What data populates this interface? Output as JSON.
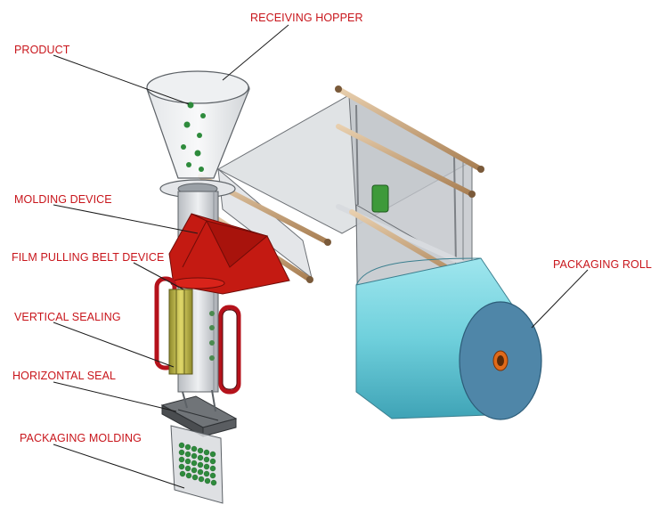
{
  "labels": {
    "receiving_hopper": "RECEIVING HOPPER",
    "product": "PRODUCT",
    "molding_device": "MOLDING DEVICE",
    "film_pulling_belt_device": "FILM PULLING BELT DEVICE",
    "vertical_sealing": "VERTICAL SEALING",
    "horizontal_seal": "HORIZONTAL SEAL",
    "packaging_molding": "PACKAGING MOLDING",
    "packaging_roll": "PACKAGING ROLL"
  },
  "colors": {
    "label": "#c8151b",
    "leader_line": "#1a1a1a",
    "film": "#cfd2d6",
    "roll": "#6fd0dc",
    "roll_face": "#4f86a8",
    "roll_core": "#e06a1a",
    "molding_device": "#c41a12",
    "belt_frame": "#b5121b",
    "sealer_bar": "#c9c24a",
    "product_pellet": "#2e8b3c",
    "roller_rod": "#c9a27a"
  }
}
